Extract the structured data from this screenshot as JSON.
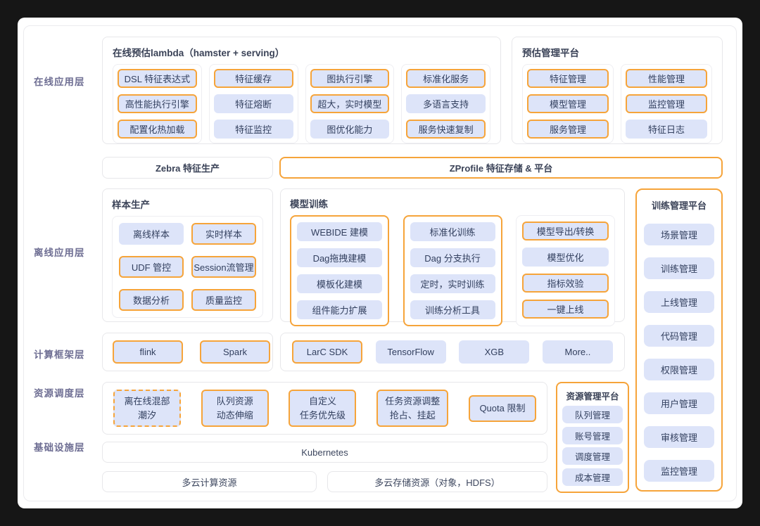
{
  "colors": {
    "frame_background": "#161616",
    "page_background": "#ffffff",
    "accent_orange": "#f6a43a",
    "chip_background": "#dde4f9",
    "chip_text": "#33405f",
    "layer_label_text": "#6e6e93",
    "box_border": "#e7e7ea"
  },
  "layers": {
    "online": "在线应用层",
    "offline": "离线应用层",
    "framework": "计算框架层",
    "scheduling": "资源调度层",
    "infrastructure": "基础设施层"
  },
  "online": {
    "lambda": {
      "title": "在线预估lambda（hamster + serving）",
      "col1": [
        {
          "label": "DSL 特征表达式",
          "highlight": true
        },
        {
          "label": "高性能执行引擎",
          "highlight": true
        },
        {
          "label": "配置化热加载",
          "highlight": true
        }
      ],
      "col2": [
        {
          "label": "特征缓存",
          "highlight": true
        },
        {
          "label": "特征熔断",
          "highlight": false
        },
        {
          "label": "特征监控",
          "highlight": false
        }
      ],
      "col3": [
        {
          "label": "图执行引擎",
          "highlight": true
        },
        {
          "label": "超大，实时模型",
          "highlight": true
        },
        {
          "label": "图优化能力",
          "highlight": false
        }
      ],
      "col4": [
        {
          "label": "标准化服务",
          "highlight": true
        },
        {
          "label": "多语言支持",
          "highlight": false
        },
        {
          "label": "服务快速复制",
          "highlight": true
        }
      ]
    },
    "prediction_platform": {
      "title": "预估管理平台",
      "col1": [
        {
          "label": "特征管理",
          "highlight": true
        },
        {
          "label": "模型管理",
          "highlight": true
        },
        {
          "label": "服务管理",
          "highlight": true
        }
      ],
      "col2": [
        {
          "label": "性能管理",
          "highlight": true
        },
        {
          "label": "监控管理",
          "highlight": true
        },
        {
          "label": "特征日志",
          "highlight": false
        }
      ]
    }
  },
  "feature_band": {
    "zebra": "Zebra 特征生产",
    "zprofile": "ZProfile 特征存储 & 平台"
  },
  "offline": {
    "sample_production": {
      "title": "样本生产",
      "items": [
        {
          "label": "离线样本",
          "highlight": false
        },
        {
          "label": "实时样本",
          "highlight": true
        },
        {
          "label": "UDF 管控",
          "highlight": true
        },
        {
          "label": "Session流管理",
          "highlight": true
        },
        {
          "label": "数据分析",
          "highlight": true
        },
        {
          "label": "质量监控",
          "highlight": true
        }
      ]
    },
    "model_training": {
      "title": "模型训练",
      "group1": [
        "WEBIDE 建模",
        "Dag拖拽建模",
        "模板化建模",
        "组件能力扩展"
      ],
      "group2": [
        "标准化训练",
        "Dag 分支执行",
        "定时，实时训练",
        "训练分析工具"
      ],
      "group3": [
        {
          "label": "模型导出/转换",
          "highlight": true
        },
        {
          "label": "模型优化",
          "highlight": false
        },
        {
          "label": "指标效验",
          "highlight": true
        },
        {
          "label": "一键上线",
          "highlight": true
        }
      ]
    },
    "training_platform": {
      "title": "训练管理平台",
      "items": [
        "场景管理",
        "训练管理",
        "上线管理",
        "代码管理",
        "权限管理",
        "用户管理",
        "审核管理",
        "监控管理"
      ]
    }
  },
  "framework": {
    "group1": [
      {
        "label": "flink",
        "highlight": true
      },
      {
        "label": "Spark",
        "highlight": true
      }
    ],
    "group2": [
      {
        "label": "LarC SDK",
        "highlight": true
      },
      {
        "label": "TensorFlow",
        "highlight": false
      },
      {
        "label": "XGB",
        "highlight": false
      },
      {
        "label": "More..",
        "highlight": false
      }
    ]
  },
  "scheduling": {
    "items": [
      {
        "line1": "离在线混部",
        "line2": "潮汐",
        "border": "dashed"
      },
      {
        "line1": "队列资源",
        "line2": "动态伸缩",
        "border": "solid"
      },
      {
        "line1": "自定义",
        "line2": "任务优先级",
        "border": "solid"
      },
      {
        "line1": "任务资源调整",
        "line2": "抢占、挂起",
        "border": "solid"
      },
      {
        "line1": "Quota 限制",
        "border": "solid"
      }
    ],
    "resource_platform": {
      "title": "资源管理平台",
      "items": [
        "队列管理",
        "账号管理",
        "调度管理",
        "成本管理"
      ]
    }
  },
  "infrastructure": {
    "kubernetes": "Kubernetes",
    "compute": "多云计算资源",
    "storage": "多云存储资源（对象，HDFS）"
  }
}
